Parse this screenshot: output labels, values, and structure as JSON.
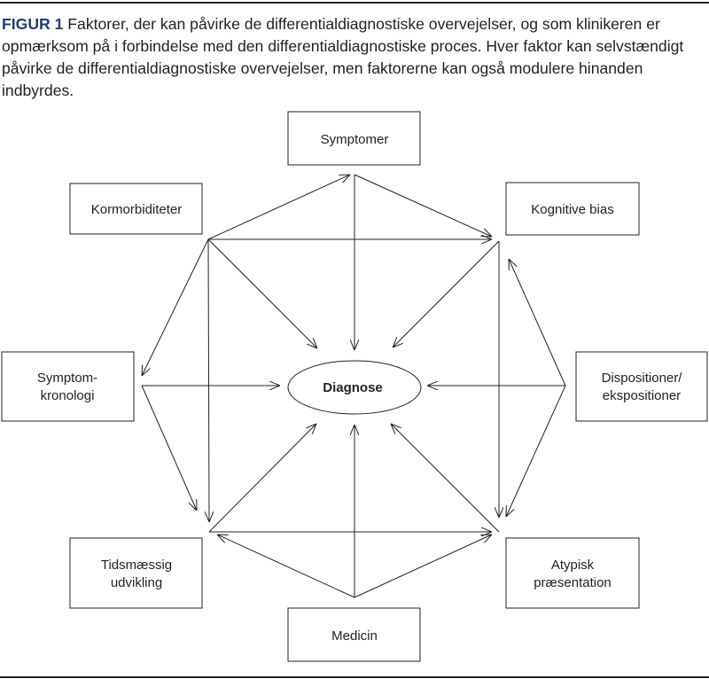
{
  "caption": {
    "label": "FIGUR 1",
    "text": "Faktorer, der kan påvirke de differentialdiagnostiske overvejelser, og som klinikeren er opmærksom på i forbindelse med den differentialdiagnostiske proces. Hver faktor kan selvstændigt påvirke de differentialdiagnostiske overvejelser, men faktorerne kan også modulere hinanden indbyrdes."
  },
  "colors": {
    "label": "#1f3f72",
    "ink": "#231f20"
  },
  "diagram": {
    "center": "Diagnose",
    "nodes": {
      "symptomer": "Symptomer",
      "kormorbiditeter": "Kormorbiditeter",
      "kognitive_bias": "Kognitive bias",
      "symptomkronologi": [
        "Symptom-",
        "kronologi"
      ],
      "dispositioner": [
        "Dispositioner/",
        "ekspositioner"
      ],
      "tidsmaessig": [
        "Tidsmæssig",
        "udvikling"
      ],
      "atypisk": [
        "Atypisk",
        "præsentation"
      ],
      "medicin": "Medicin"
    }
  }
}
